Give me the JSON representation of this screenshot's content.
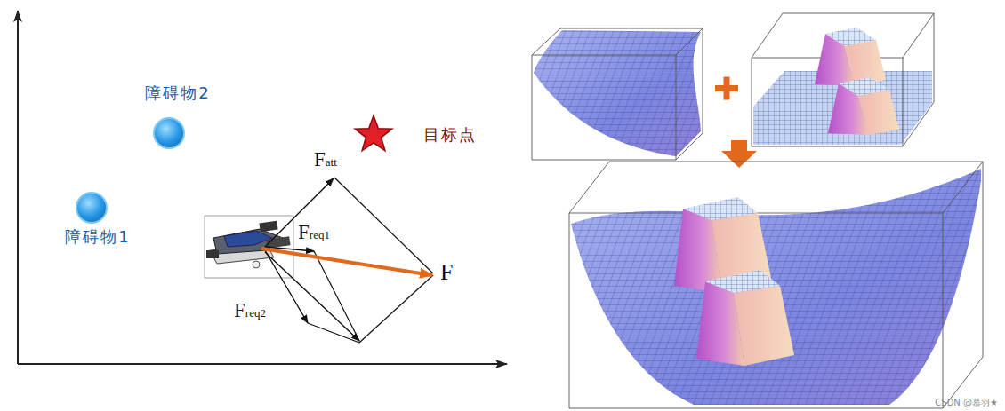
{
  "diagram": {
    "nodes": [
      {
        "text": [
          "障碍物2"
        ]
      },
      {
        "text": [
          "障碍物1"
        ]
      },
      {
        "text": [
          "目标点"
        ]
      }
    ],
    "labels": [
      "Fatt",
      "Freq1",
      "Freq2",
      "F",
      "CSDN @慕羽★"
    ]
  }
}
